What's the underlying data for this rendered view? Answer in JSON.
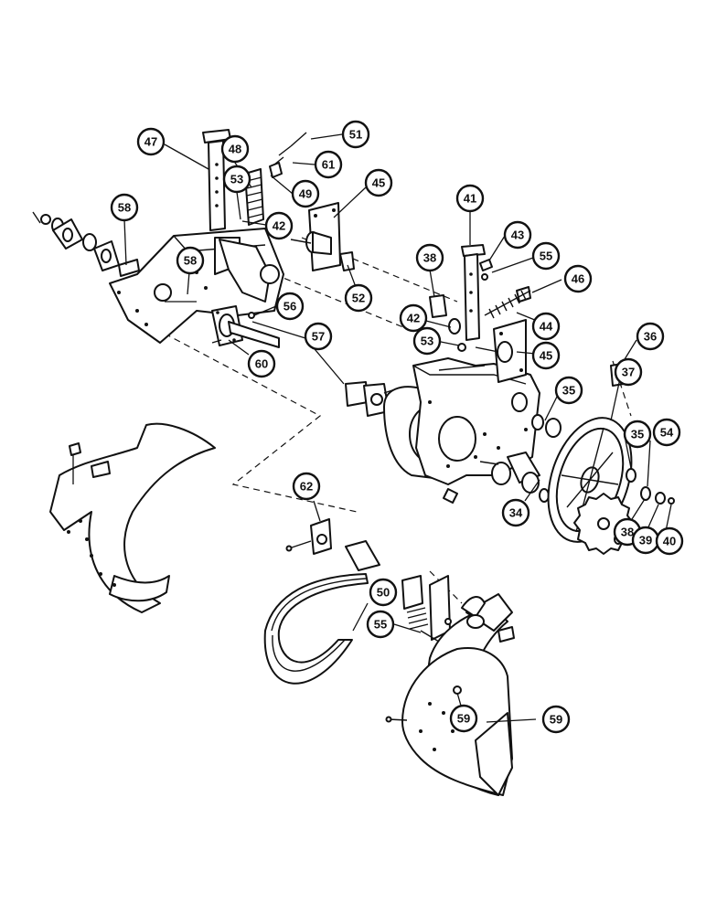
{
  "callouts": [
    {
      "id": "47",
      "label": "47"
    },
    {
      "id": "48",
      "label": "48"
    },
    {
      "id": "51",
      "label": "51"
    },
    {
      "id": "61",
      "label": "61"
    },
    {
      "id": "49",
      "label": "49"
    },
    {
      "id": "53a",
      "label": "53"
    },
    {
      "id": "45a",
      "label": "45"
    },
    {
      "id": "42a",
      "label": "42"
    },
    {
      "id": "58a",
      "label": "58"
    },
    {
      "id": "58b",
      "label": "58"
    },
    {
      "id": "56",
      "label": "56"
    },
    {
      "id": "57",
      "label": "57"
    },
    {
      "id": "60",
      "label": "60"
    },
    {
      "id": "52",
      "label": "52"
    },
    {
      "id": "41",
      "label": "41"
    },
    {
      "id": "43",
      "label": "43"
    },
    {
      "id": "38a",
      "label": "38"
    },
    {
      "id": "55a",
      "label": "55"
    },
    {
      "id": "46",
      "label": "46"
    },
    {
      "id": "44",
      "label": "44"
    },
    {
      "id": "42b",
      "label": "42"
    },
    {
      "id": "53b",
      "label": "53"
    },
    {
      "id": "45b",
      "label": "45"
    },
    {
      "id": "36",
      "label": "36"
    },
    {
      "id": "37",
      "label": "37"
    },
    {
      "id": "35a",
      "label": "35"
    },
    {
      "id": "35b",
      "label": "35"
    },
    {
      "id": "54",
      "label": "54"
    },
    {
      "id": "34",
      "label": "34"
    },
    {
      "id": "38b",
      "label": "38"
    },
    {
      "id": "39",
      "label": "39"
    },
    {
      "id": "40",
      "label": "40"
    },
    {
      "id": "62",
      "label": "62"
    },
    {
      "id": "50",
      "label": "50"
    },
    {
      "id": "55b",
      "label": "55"
    },
    {
      "id": "59a",
      "label": "59"
    },
    {
      "id": "59b",
      "label": "59"
    }
  ]
}
